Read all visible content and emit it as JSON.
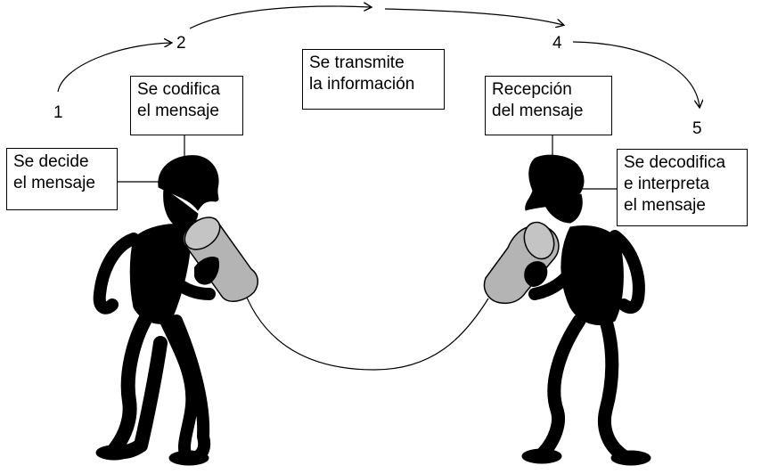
{
  "steps": [
    {
      "number": "1",
      "label_lines": [
        "Se decide",
        "el mensaje"
      ]
    },
    {
      "number": "2",
      "label_lines": [
        "Se codifica",
        "el mensaje"
      ]
    },
    {
      "number": "",
      "label_lines": [
        "Se transmite",
        "la información"
      ]
    },
    {
      "number": "4",
      "label_lines": [
        "Recepción",
        "del mensaje"
      ]
    },
    {
      "number": "5",
      "label_lines": [
        "Se decodifica",
        "e interpreta",
        "el mensaje"
      ]
    }
  ],
  "colors": {
    "figure": "#000000",
    "can": "#b4b4b4",
    "line": "#000000"
  },
  "figures": [
    {
      "name": "sender-figure",
      "role": "sender"
    },
    {
      "name": "receiver-figure",
      "role": "receiver"
    }
  ]
}
